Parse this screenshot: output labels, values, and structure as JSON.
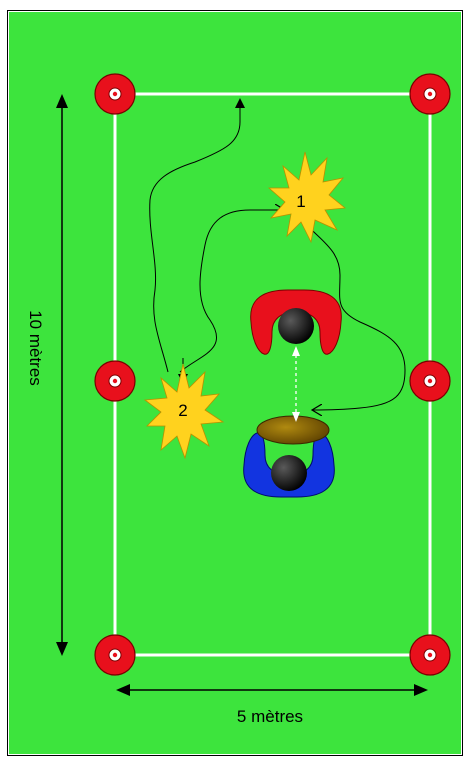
{
  "diagram": {
    "field_color": "#3de43d",
    "line_color": "#ffffff",
    "cone_color": "#e8101c",
    "star_color": "#ffd21e",
    "defender_color": "#e8101c",
    "attacker_color": "#1234e0",
    "ball_color": "#8b6a00",
    "labels": {
      "height": "10 mètres",
      "width": "5 mètres",
      "player1": "1",
      "player2": "2"
    }
  }
}
